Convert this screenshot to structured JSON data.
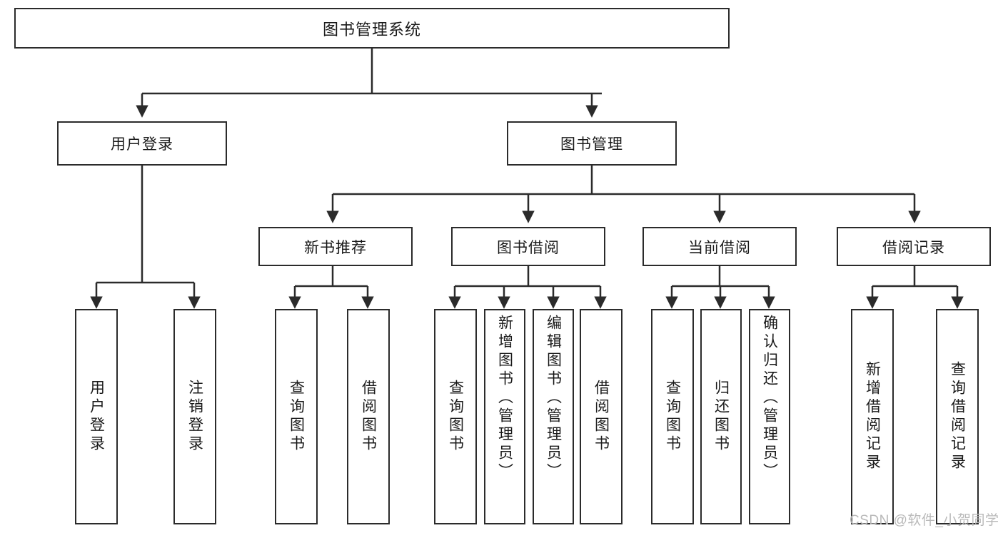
{
  "diagram": {
    "title": "图书管理系统",
    "type": "tree-hierarchy-chart",
    "orientation": "top-down",
    "colors": {
      "stroke": "#2b2b2b",
      "fill": "#ffffff",
      "text": "#1a1a1a",
      "watermark": "#b9b9b9"
    },
    "root": {
      "label": "图书管理系统"
    },
    "level2": [
      {
        "label": "用户登录"
      },
      {
        "label": "图书管理"
      }
    ],
    "level3": [
      {
        "label": "新书推荐"
      },
      {
        "label": "图书借阅"
      },
      {
        "label": "当前借阅"
      },
      {
        "label": "借阅记录"
      }
    ],
    "leaves": {
      "user_login": [
        {
          "label": "用户登录"
        },
        {
          "label": "注销登录"
        }
      ],
      "new_book_recommend": [
        {
          "label": "查询图书"
        },
        {
          "label": "借阅图书"
        }
      ],
      "book_borrow": [
        {
          "label": "查询图书"
        },
        {
          "label": "新增图书（管理员）"
        },
        {
          "label": "编辑图书（管理员）"
        },
        {
          "label": "借阅图书"
        }
      ],
      "current_borrow": [
        {
          "label": "查询图书"
        },
        {
          "label": "归还图书"
        },
        {
          "label": "确认归还（管理员）"
        }
      ],
      "borrow_record": [
        {
          "label": "新增借阅记录"
        },
        {
          "label": "查询借阅记录"
        }
      ]
    },
    "watermark": "CSDN @软件_小贺同学"
  }
}
